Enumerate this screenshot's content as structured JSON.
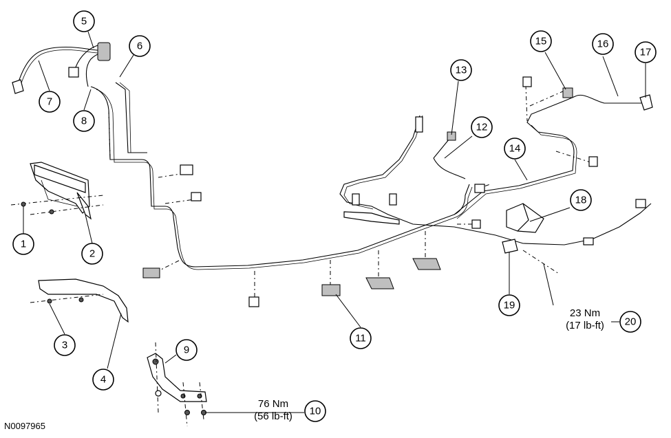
{
  "callouts": [
    "1",
    "2",
    "3",
    "4",
    "5",
    "6",
    "7",
    "8",
    "9",
    "10",
    "11",
    "12",
    "13",
    "14",
    "15",
    "16",
    "17",
    "18",
    "19",
    "20"
  ],
  "torque_specs": {
    "spec_10": {
      "nm": "76 Nm",
      "lbft": "(56 lb-ft)"
    },
    "spec_20": {
      "nm": "23 Nm",
      "lbft": "(17 lb-ft)"
    }
  },
  "figure_id": "N0097965"
}
